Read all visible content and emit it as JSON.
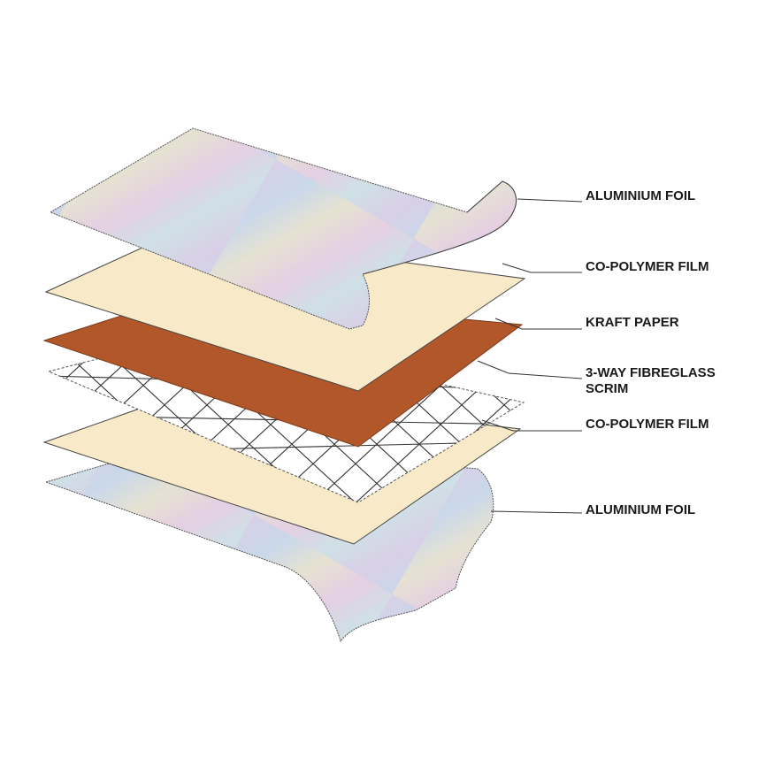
{
  "colors": {
    "foil_base": "#ded6e6",
    "film": "#f8e9c8",
    "kraft": "#b2572a",
    "scrim_bg": "#ffffff",
    "line": "#333333"
  },
  "labels": [
    {
      "id": "top-foil",
      "text": "ALUMINIUM FOIL"
    },
    {
      "id": "top-film",
      "text": "CO-POLYMER FILM"
    },
    {
      "id": "kraft",
      "text": "KRAFT PAPER"
    },
    {
      "id": "scrim",
      "text": "3-WAY FIBREGLASS",
      "text2": "SCRIM"
    },
    {
      "id": "bottom-film",
      "text": "CO-POLYMER FILM"
    },
    {
      "id": "bottom-foil",
      "text": "ALUMINIUM FOIL"
    }
  ]
}
